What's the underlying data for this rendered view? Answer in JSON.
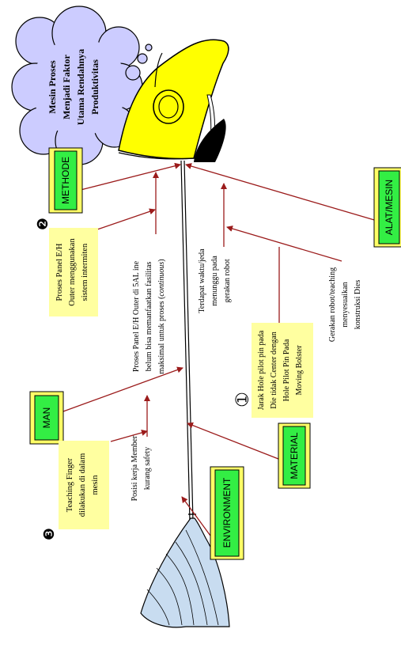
{
  "head_text": {
    "lines": [
      "Mesin Proses",
      "Menjadi Faktor",
      "Utama Rendahnya",
      "Produktivitas"
    ]
  },
  "categories": {
    "methode": "METHODE",
    "alat_mesin": "ALAT/MESIN",
    "man": "MAN",
    "material": "MATERIAL",
    "environment": "ENVIRONMENT"
  },
  "callouts": {
    "c2": {
      "number": "❷",
      "lines": [
        "Proses Panel E/H",
        "Outer menggunakan",
        "sistem intermiten"
      ]
    },
    "c1": {
      "number": "➀",
      "lines": [
        "Jarak Hole pilot pin pada",
        "Die tidak Center dengan",
        "Hole Pilot Pin Pada",
        "Moving Bolster"
      ]
    },
    "c3": {
      "number": "❸",
      "lines": [
        "Teaching Finger",
        "dilakukan di dalam",
        "mesin"
      ]
    }
  },
  "causes": {
    "panel_line": {
      "lines": [
        "Proses Panel E/H Outer di 5AL ine",
        "belum bisa memanfaatkan fasilitas"
      ],
      "line3_prefix": "maksimal untuk proses (",
      "line3_italic": "continuous",
      "line3_suffix": ")"
    },
    "jeda": {
      "lines": [
        "Terdapat waktu/jeda",
        "menunggu pada",
        "gerakan robot"
      ]
    },
    "robot": {
      "lines": [
        "Gerakan robot/teaching",
        "menyesuaikan",
        "konstruksi Dies"
      ]
    },
    "posisi": {
      "lines": [
        "Posisi kerja Member",
        "kurang safety"
      ]
    }
  },
  "colors": {
    "fish_head": "#ffff00",
    "cloud": "#ccccff",
    "callout_bg": "#ffffa0",
    "category_bg": "#33ee44",
    "category_frame": "#ffff66",
    "arrow": "#9b1b1b",
    "tail": "#c8dcf0"
  }
}
